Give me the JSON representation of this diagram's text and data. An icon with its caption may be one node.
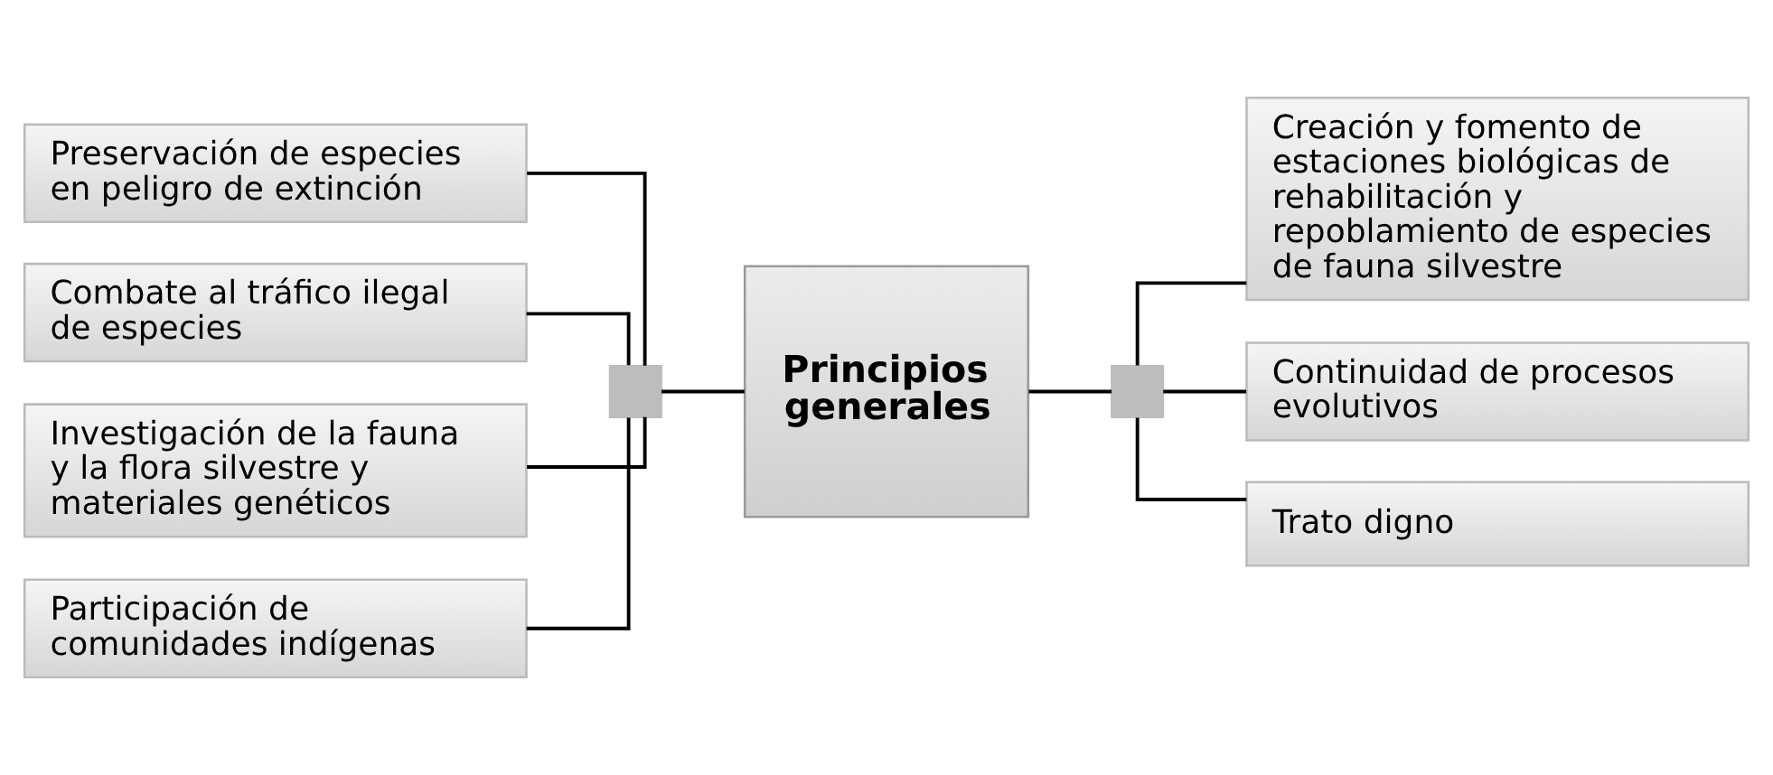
{
  "diagram": {
    "nodes": [
      {
        "text": [
          "Preservación de especies en peligro de extinción"
        ]
      },
      {
        "text": [
          "Combate al tráfico ilegal de especies"
        ]
      },
      {
        "text": [
          "Investigación de la fauna y la flora silvestre y materiales genéticos"
        ]
      },
      {
        "text": [
          "Participación de comunidades indígenas"
        ]
      },
      {
        "text": [],
        "shape": "box"
      },
      {
        "text": [
          "Principios generales"
        ]
      },
      {
        "text": [],
        "shape": "box"
      },
      {
        "text": [
          "Creación y fomento de estaciones biológicas de rehabilitación y repoblamiento de especies de fauna silvestre"
        ]
      },
      {
        "text": [
          "Continuidad de procesos evolutivos"
        ]
      },
      {
        "text": [
          "Trato digno"
        ]
      }
    ],
    "edges": [
      {
        "from": 0,
        "to": 4,
        "arrow": "none"
      },
      {
        "from": 1,
        "to": 4,
        "arrow": "none"
      },
      {
        "from": 2,
        "to": 4,
        "arrow": "none"
      },
      {
        "from": 3,
        "to": 4,
        "arrow": "none"
      },
      {
        "from": 4,
        "to": 5,
        "arrow": "none"
      },
      {
        "from": 5,
        "to": 6,
        "arrow": "none"
      },
      {
        "from": 6,
        "to": 7,
        "arrow": "none"
      },
      {
        "from": 6,
        "to": 8,
        "arrow": "none"
      },
      {
        "from": 6,
        "to": 9,
        "arrow": "none"
      }
    ]
  }
}
